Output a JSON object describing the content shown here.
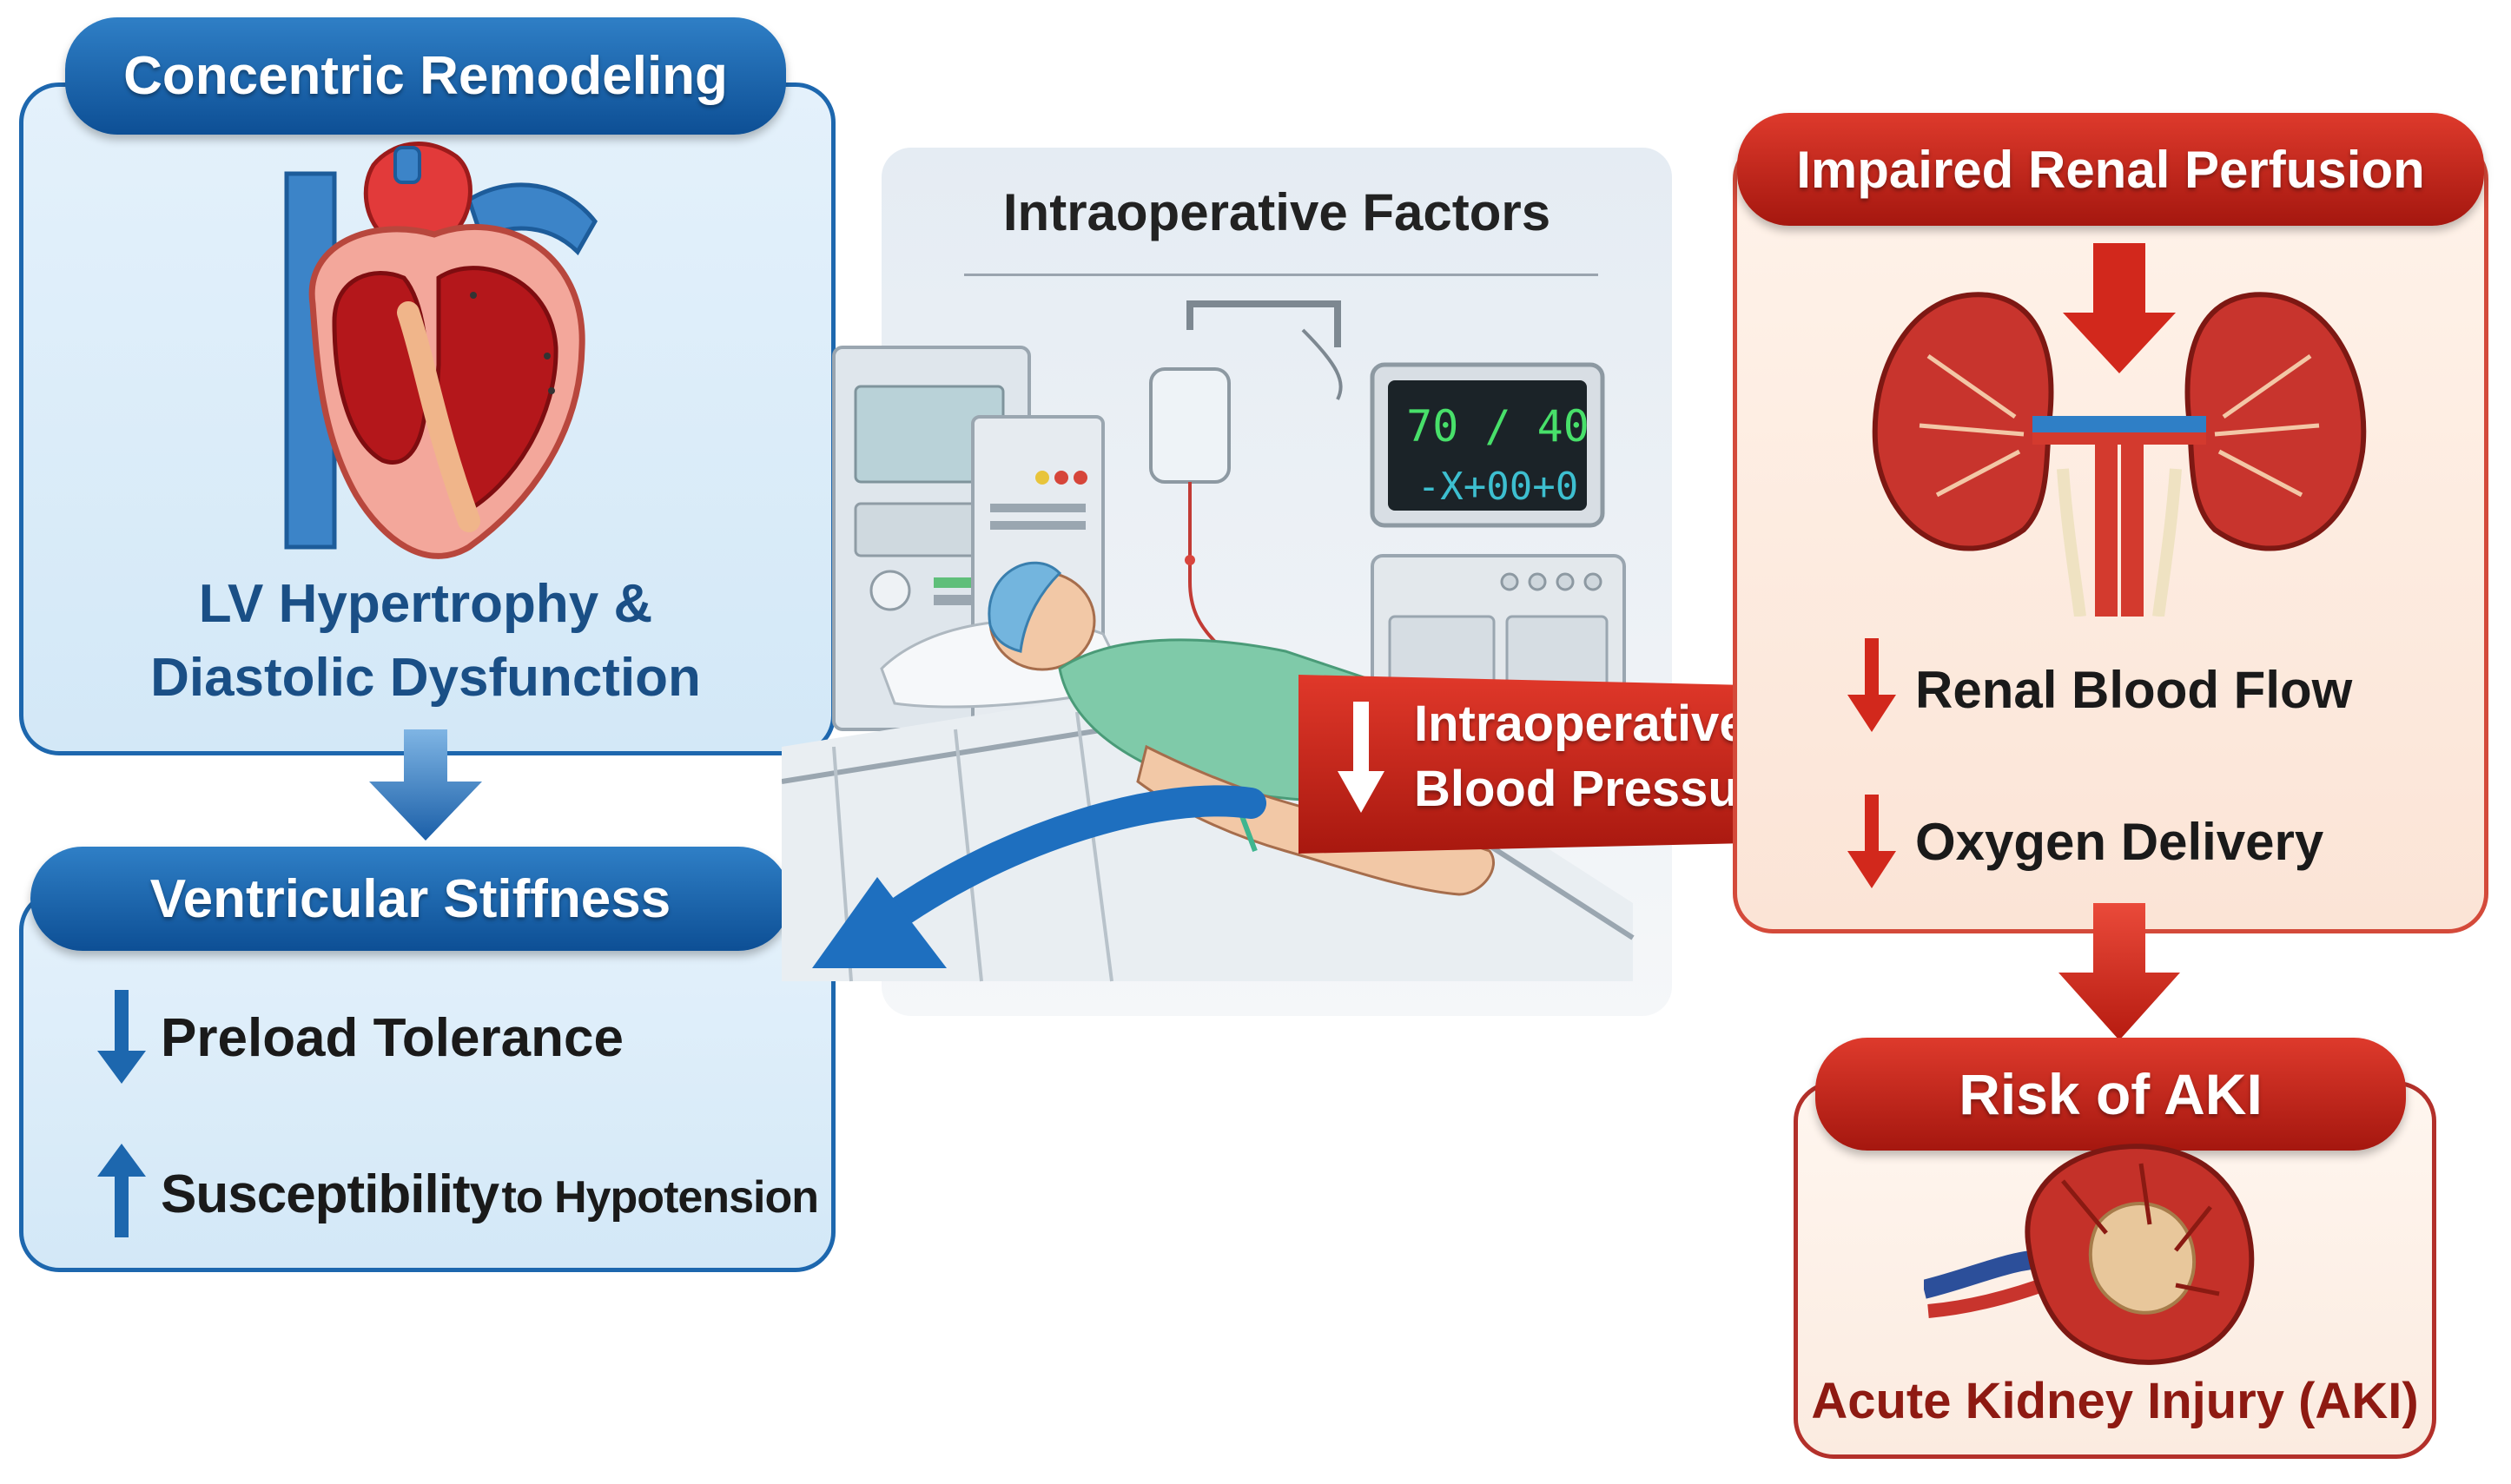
{
  "left_panel": {
    "header": "Concentric Remodeling",
    "line1": "LV Hypertrophy &",
    "line2": "Diastolic Dysfunction",
    "heart_icon": "heart-anatomy-icon"
  },
  "stiffness_panel": {
    "header": "Ventricular Stiffness",
    "item1": "Preload Tolerance",
    "item2_main": "Susceptibility",
    "item2_small": "to Hypotension"
  },
  "center_panel": {
    "title": "Intraoperative Factors",
    "monitor_reading": "70 / 40",
    "monitor_wave": "-X+00+0",
    "bp_arrow_line1": "Intraoperative-",
    "bp_arrow_line2": "Blood Pressure"
  },
  "right_panel": {
    "header": "Impaired Renal Perfusion",
    "item1": "Renal Blood Flow",
    "item2": "Oxygen Delivery",
    "kidney_icon": "kidneys-icon"
  },
  "aki_panel": {
    "header": "Risk of AKI",
    "caption": "Acute Kidney Injury (AKI)",
    "icon": "injured-kidney-icon"
  },
  "colors": {
    "blue": "#1d67ae",
    "red": "#c8281c",
    "monitor_green": "#3ee06c"
  }
}
